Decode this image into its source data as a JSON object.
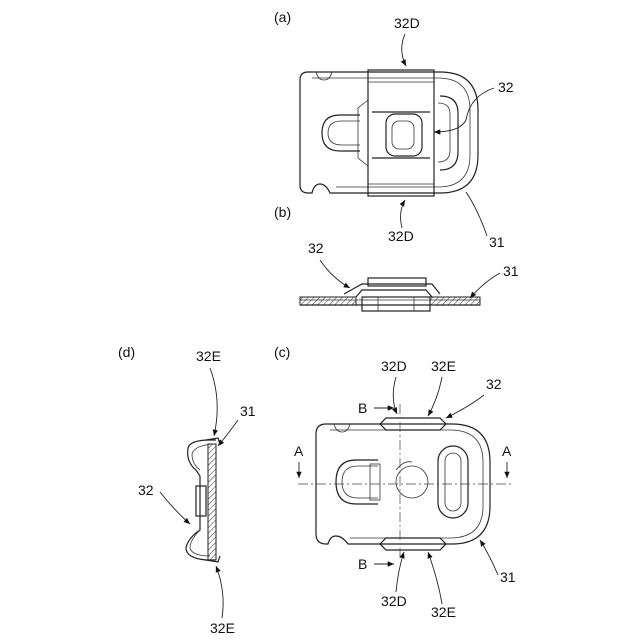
{
  "figures": {
    "a": {
      "label": "(a)",
      "callouts": {
        "top": "32D",
        "right": "32",
        "bottom": "32D",
        "bottom_right": "31"
      }
    },
    "b": {
      "label": "(b)",
      "callouts": {
        "left": "32",
        "right": "31"
      }
    },
    "c": {
      "label": "(c)",
      "callouts": {
        "top_d": "32D",
        "top_e": "32E",
        "top_r": "32",
        "bottom_d": "32D",
        "bottom_e": "32E",
        "bottom_r": "31",
        "section_b_top": "B",
        "section_b_bottom": "B",
        "section_a_left": "A",
        "section_a_right": "A"
      }
    },
    "d": {
      "label": "(d)",
      "callouts": {
        "top": "32E",
        "upper_right": "31",
        "left": "32",
        "bottom": "32E"
      }
    }
  }
}
